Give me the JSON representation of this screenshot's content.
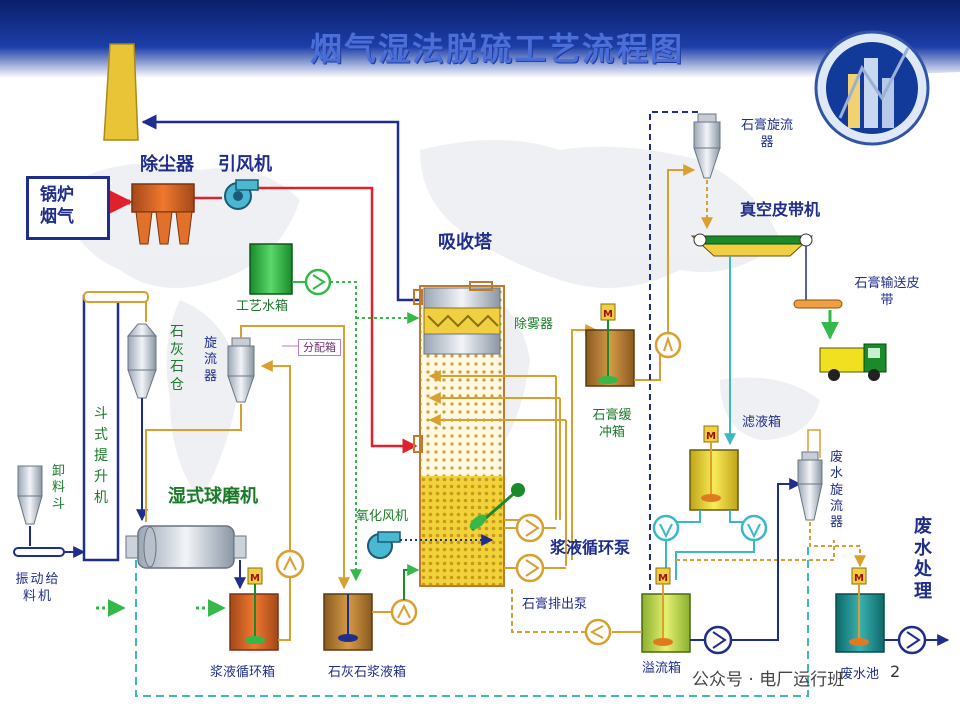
{
  "title": "烟气湿法脱硫工艺流程图",
  "page_number": "2",
  "watermark": "公众号 · 电厂运行班",
  "labels": {
    "boiler_gas": "锅炉\n烟气",
    "dust_remover": "除尘器",
    "id_fan": "引风机",
    "absorber": "吸收塔",
    "process_water_tank": "工艺水箱",
    "lime_silo": "石灰石仓",
    "bucket_elevator": "斗式提升机",
    "hydrocyclone": "旋流器",
    "distribution_box": "分配箱",
    "discharge_hopper": "卸料斗",
    "vibrating_feeder": "振动给料机",
    "wet_ball_mill": "湿式球磨机",
    "slurry_circ_tank": "浆液循环箱",
    "limestone_slurry_tank": "石灰石浆液箱",
    "oxidation_fan": "氧化风机",
    "demister": "除雾器",
    "gypsum_buffer_tank": "石膏缓冲箱",
    "slurry_circ_pump": "浆液循环泵",
    "gypsum_discharge_pump": "石膏排出泵",
    "gypsum_cyclone": "石膏旋流器",
    "vacuum_belt": "真空皮带机",
    "gypsum_conveyor": "石膏输送皮带",
    "filtrate_tank": "滤液箱",
    "wastewater_cyclone": "废水旋流器",
    "overflow_tank": "溢流箱",
    "wastewater_pool": "废水池",
    "wastewater_treatment": "废水处理",
    "motor": "M"
  },
  "colors": {
    "flue_gas": "#e0202a",
    "clean_gas": "#1f2e8c",
    "slurry": "#d9a030",
    "water": "#3ab8c8",
    "oxidation_air": "#1f2e8c",
    "process_water": "#34b84a",
    "gypsum": "#cf7f2a"
  }
}
